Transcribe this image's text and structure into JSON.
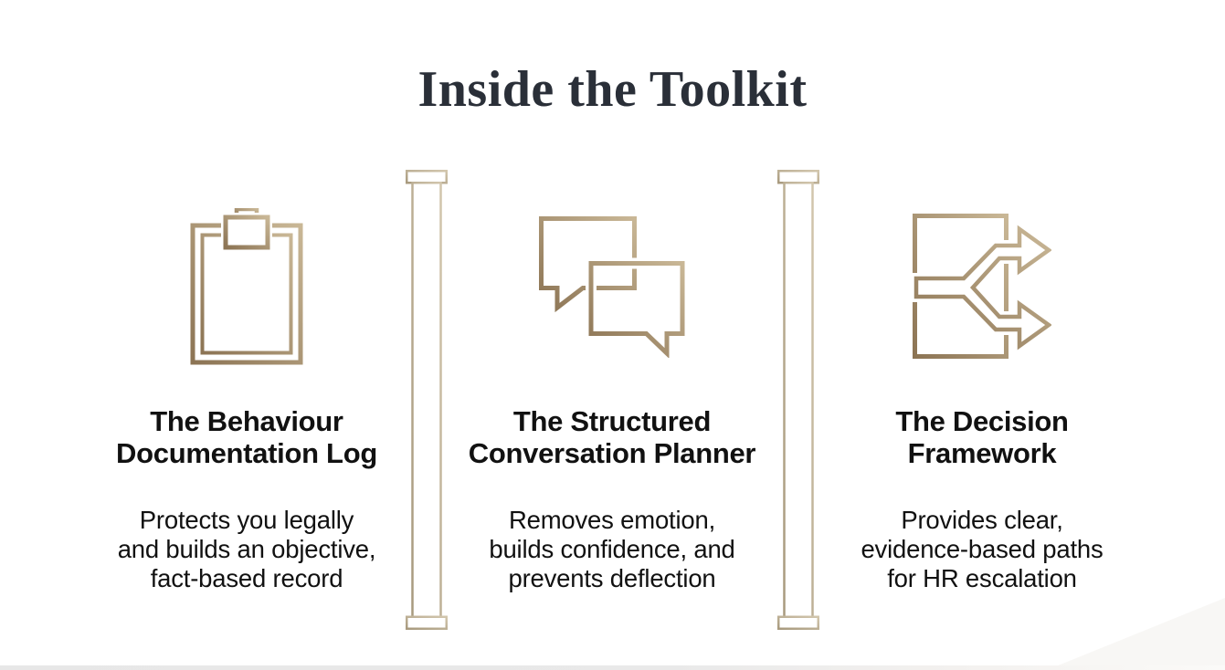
{
  "title": "Inside the Toolkit",
  "columns": [
    {
      "icon": "clipboard-icon",
      "heading": "The Behaviour\nDocumentation Log",
      "description": "Protects you legally\nand builds an objective,\nfact-based record"
    },
    {
      "icon": "speech-bubbles-icon",
      "heading": "The Structured\nConversation Planner",
      "description": "Removes emotion,\nbuilds confidence, and\nprevents deflection"
    },
    {
      "icon": "decision-framework-icon",
      "heading": "The Decision\nFramework",
      "description": "Provides clear,\nevidence-based paths\nfor HR escalation"
    }
  ],
  "colors": {
    "background": "#ffffff",
    "title_text": "#2a2f38",
    "body_text": "#111111",
    "gold_dark": "#8c7454",
    "gold_light": "#c9b796",
    "pillar_dark": "#a89a7e",
    "pillar_light": "#d2c6ad",
    "bottom_strip": "#e8e8e8"
  }
}
